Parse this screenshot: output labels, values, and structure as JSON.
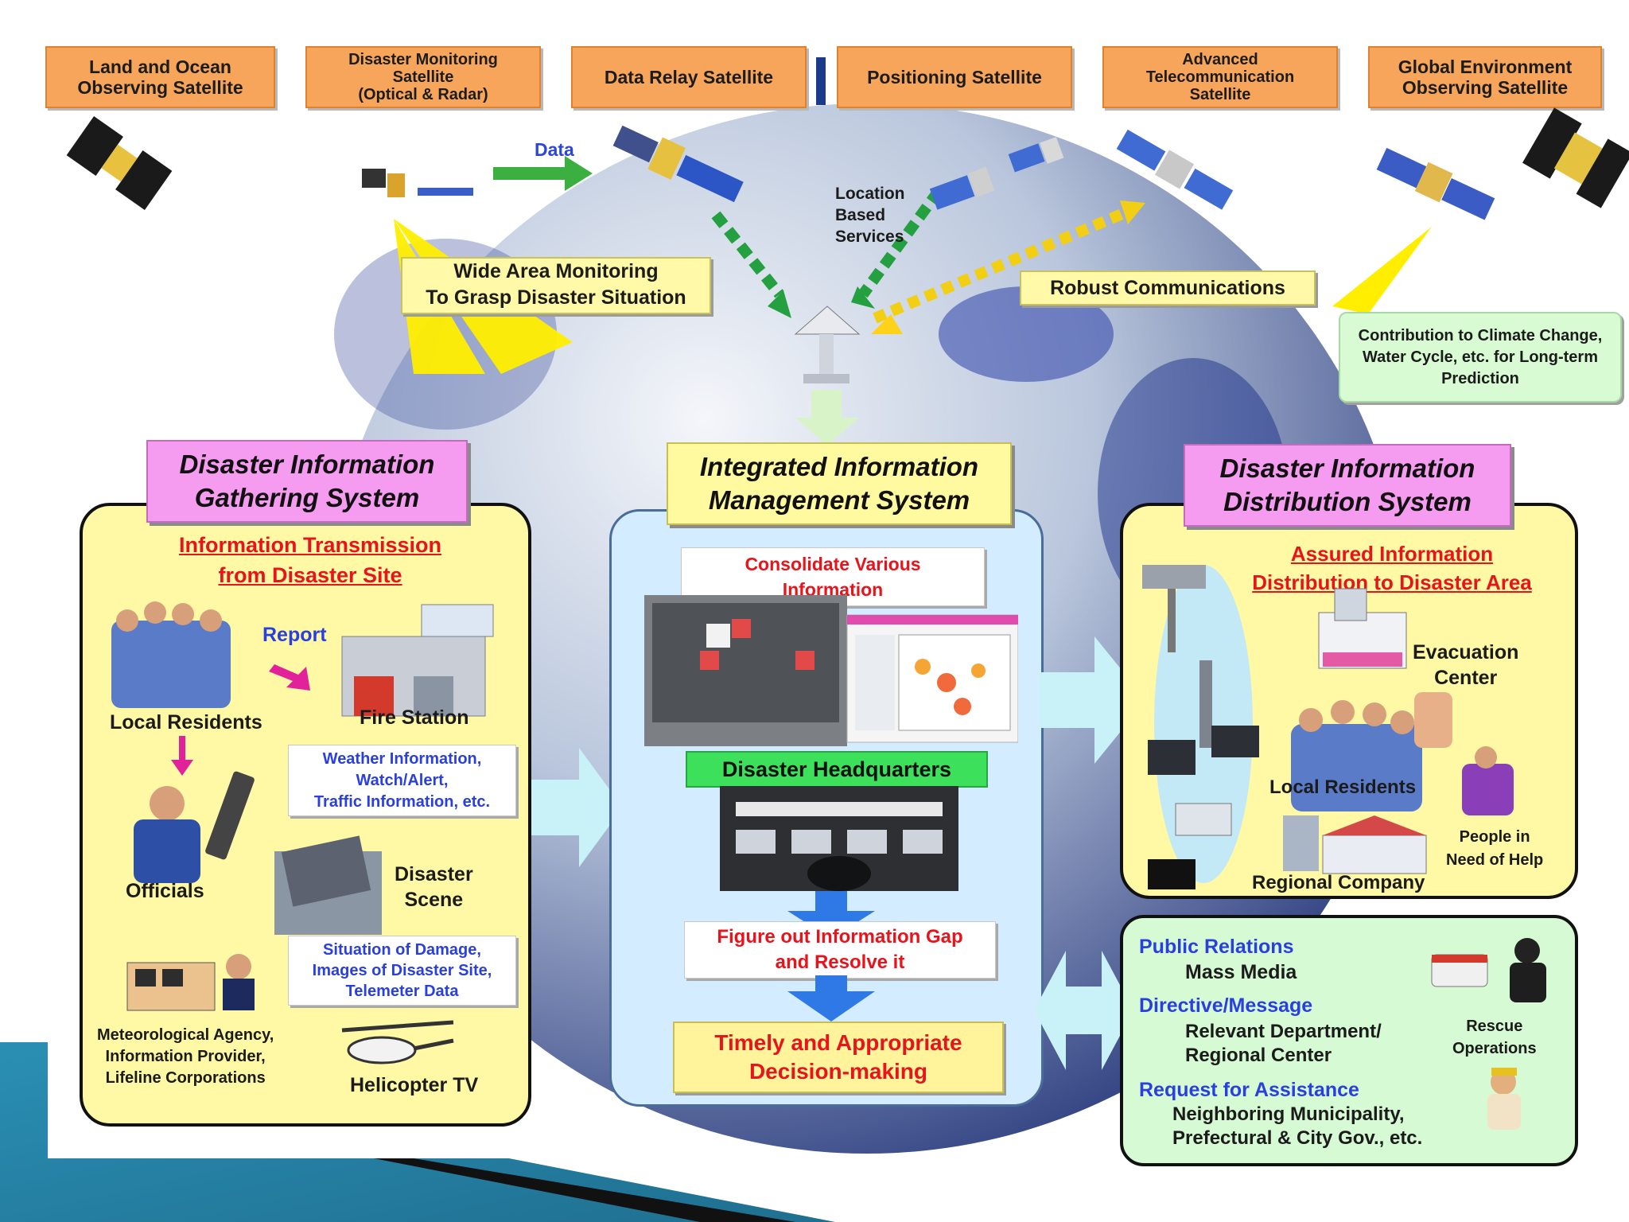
{
  "satellites": [
    {
      "label": "Land and Ocean\nObserving Satellite"
    },
    {
      "label": "Disaster Monitoring\nSatellite\n(Optical & Radar)"
    },
    {
      "label": "Data Relay Satellite"
    },
    {
      "label": "Positioning Satellite"
    },
    {
      "label": "Advanced\nTelecommunication\nSatellite"
    },
    {
      "label": "Global Environment\nObserving Satellite"
    }
  ],
  "top_annotations": {
    "data": "Data",
    "location": "Location\nBased\nServices",
    "wide_area": "Wide Area Monitoring\nTo Grasp Disaster Situation",
    "robust": "Robust Communications",
    "climate": "Contribution to Climate Change,\nWater Cycle, etc. for Long-term\nPrediction"
  },
  "gathering": {
    "title": "Disaster Information\nGathering System",
    "subtitle": "Information Transmission\nfrom Disaster Site",
    "report": "Report",
    "local_residents": "Local Residents",
    "fire_station": "Fire Station",
    "weather_box": "Weather Information,\nWatch/Alert,\nTraffic Information, etc.",
    "officials": "Officials",
    "disaster_scene": "Disaster\nScene",
    "damage_box": "Situation of Damage,\nImages of Disaster Site,\nTelemeter Data",
    "met_agency": "Meteorological Agency,\nInformation Provider,\nLifeline Corporations",
    "helicopter": "Helicopter TV"
  },
  "integrated": {
    "title": "Integrated Information\nManagement System",
    "consolidate": "Consolidate Various\nInformation",
    "hq": "Disaster Headquarters",
    "gap": "Figure out Information Gap\nand Resolve it",
    "decision": "Timely and Appropriate\nDecision-making"
  },
  "distribution": {
    "title": "Disaster Information\nDistribution System",
    "subtitle": "Assured Information\nDistribution to Disaster Area",
    "evacuation": "Evacuation\nCenter",
    "local_residents": "Local Residents",
    "people_help": "People in\nNeed of Help",
    "regional_company": "Regional Company"
  },
  "public": {
    "pr_head": "Public Relations",
    "pr_item": "Mass Media",
    "dir_head": "Directive/Message",
    "dir_item": "Relevant Department/\nRegional Center",
    "req_head": "Request for Assistance",
    "req_item": "Neighboring Municipality,\nPrefectural & City Gov., etc.",
    "rescue": "Rescue\nOperations"
  }
}
